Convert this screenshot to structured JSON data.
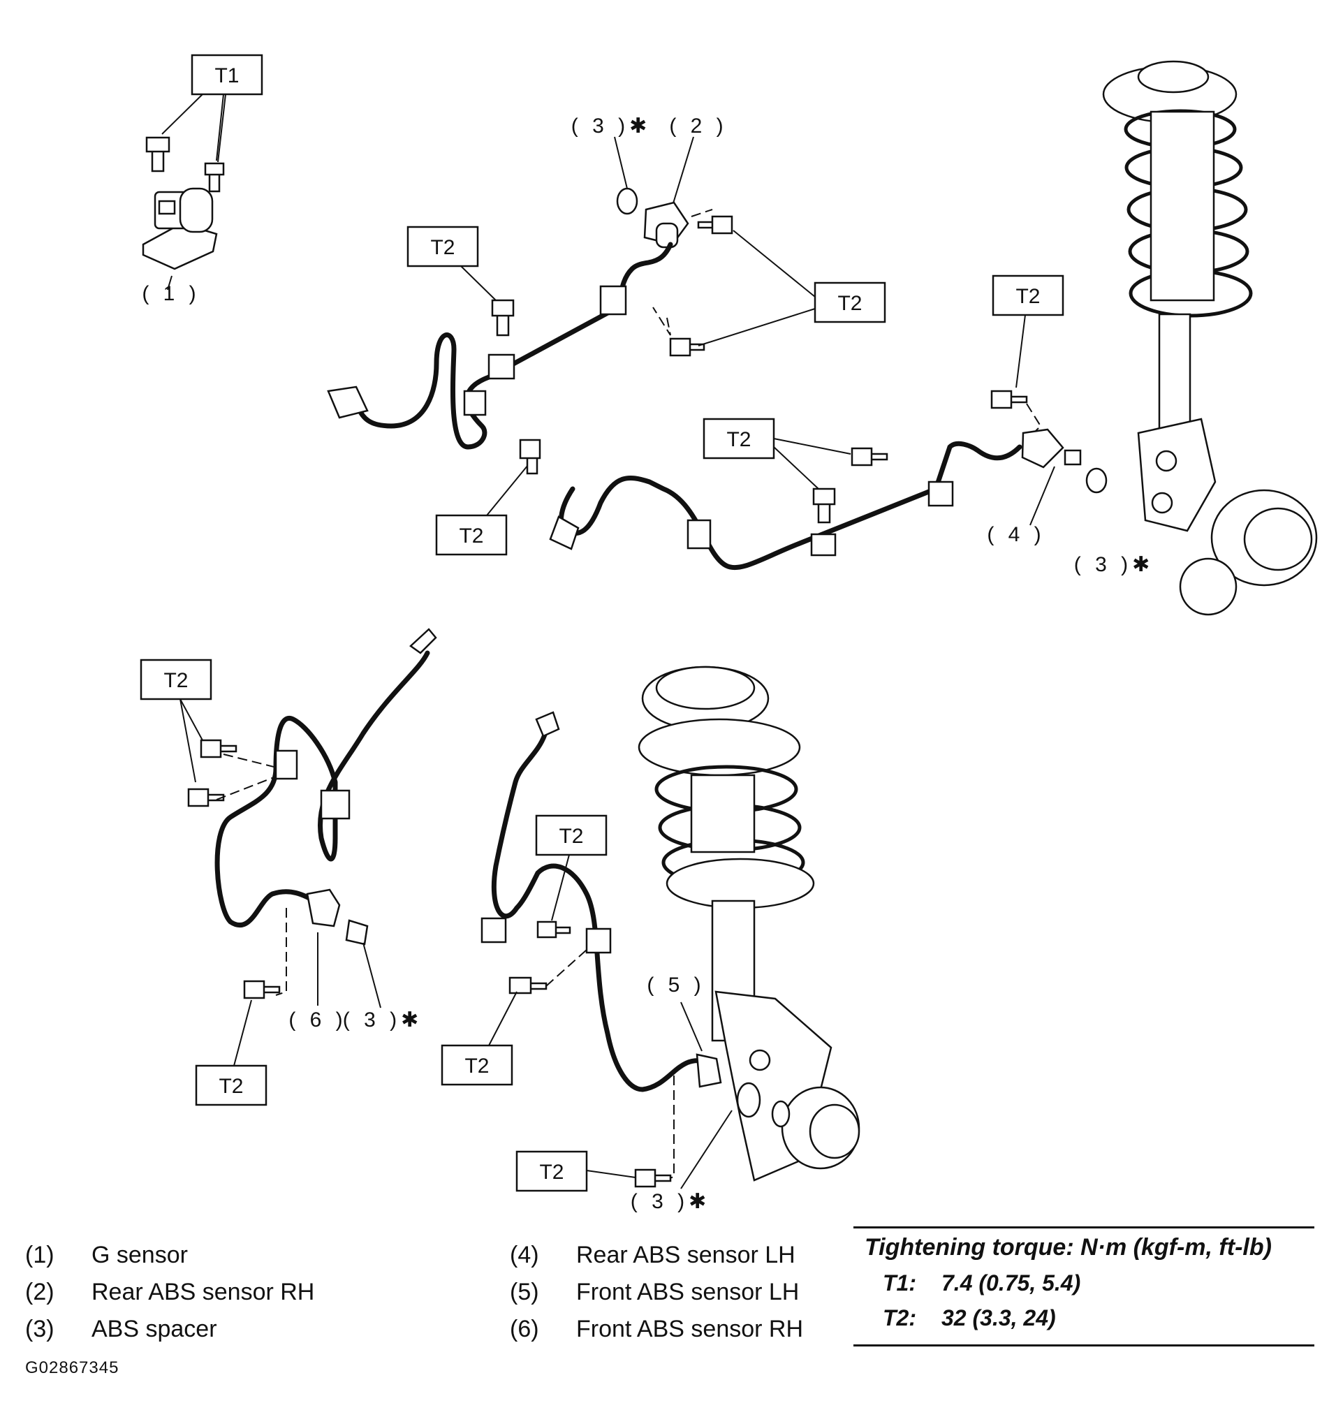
{
  "figure": {
    "torque_tags": {
      "t1": "T1",
      "t2": "T2"
    },
    "callouts": {
      "c1": "( 1 )",
      "c2": "( 2 )",
      "c3": "( 3 )✱",
      "c4": "( 4 )",
      "c5": "( 5 )",
      "c6": "( 6 )"
    }
  },
  "legend": [
    {
      "num": "(1)",
      "label": "G sensor"
    },
    {
      "num": "(2)",
      "label": "Rear ABS sensor RH"
    },
    {
      "num": "(3)",
      "label": "ABS spacer"
    },
    {
      "num": "(4)",
      "label": "Rear ABS sensor LH"
    },
    {
      "num": "(5)",
      "label": "Front ABS sensor LH"
    },
    {
      "num": "(6)",
      "label": "Front ABS sensor RH"
    }
  ],
  "torque": {
    "title": "Tightening torque: N·m (kgf-m, ft-lb)",
    "rows": [
      {
        "key": "T1:",
        "value": "7.4 (0.75, 5.4)"
      },
      {
        "key": "T2:",
        "value": "32 (3.3, 24)"
      }
    ]
  },
  "figure_code": "G02867345"
}
